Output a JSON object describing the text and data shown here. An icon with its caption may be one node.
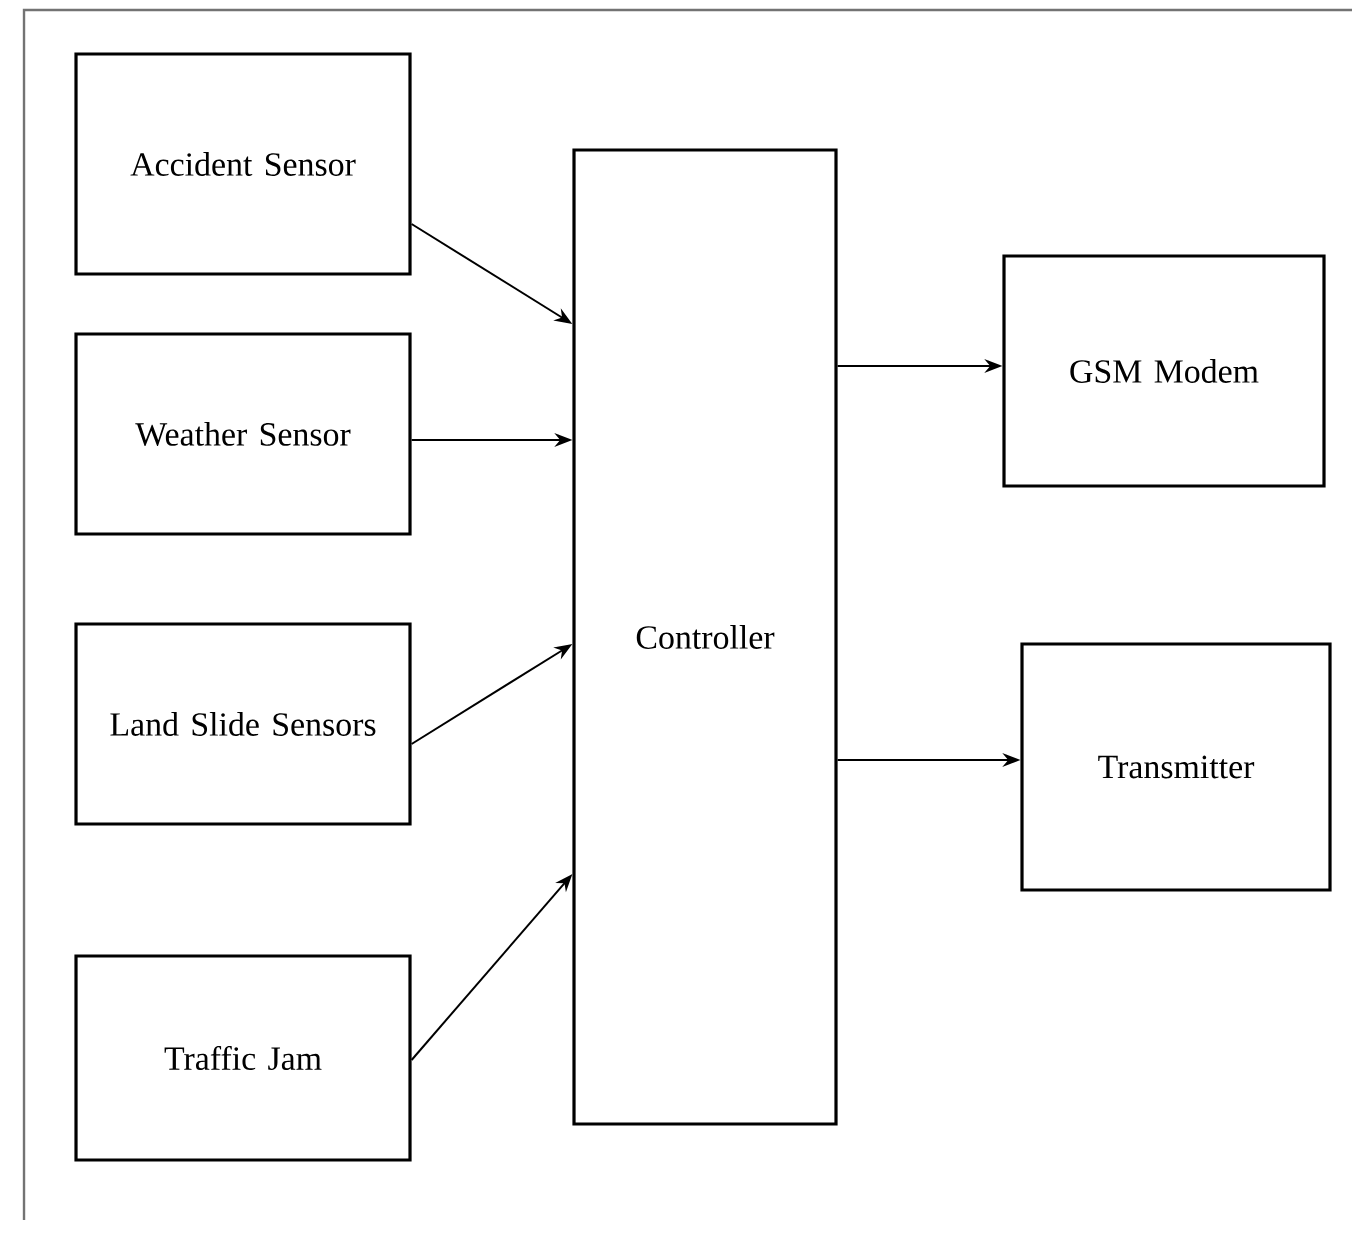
{
  "diagram": {
    "nodes": [
      {
        "text": [
          "Accident Sensor"
        ]
      },
      {
        "text": [
          "Weather Sensor"
        ]
      },
      {
        "text": [
          "Land Slide Sensors"
        ]
      },
      {
        "text": [
          "Traffic Jam"
        ]
      },
      {
        "text": [
          "Controller"
        ]
      },
      {
        "text": [
          "GSM Modem"
        ]
      },
      {
        "text": [
          "Transmitter"
        ]
      }
    ],
    "edges": [
      {
        "from": 0,
        "to": 4,
        "arrow": "to"
      },
      {
        "from": 1,
        "to": 4,
        "arrow": "to"
      },
      {
        "from": 2,
        "to": 4,
        "arrow": "to"
      },
      {
        "from": 3,
        "to": 4,
        "arrow": "to"
      },
      {
        "from": 4,
        "to": 5,
        "arrow": "to"
      },
      {
        "from": 4,
        "to": 6,
        "arrow": "to"
      }
    ]
  }
}
